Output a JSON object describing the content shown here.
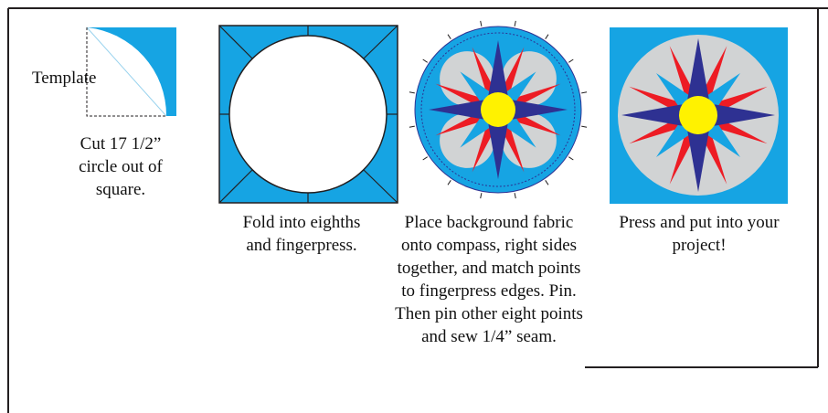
{
  "colors": {
    "sky_blue": "#16a4e3",
    "navy": "#2e3192",
    "red": "#ed1c24",
    "yellow": "#fff200",
    "light_gray": "#d1d3d4",
    "border": "#231f20"
  },
  "step1": {
    "template_label": "Template",
    "caption": "Cut 17 1/2” circle out of square."
  },
  "step2": {
    "caption": "Fold into eighths and fingerpress."
  },
  "step3": {
    "caption": "Place background fabric onto compass, right sides together, and match points to fingerpress edges. Pin. Then pin other eight points and sew 1/4” seam."
  },
  "step4": {
    "caption": "Press and put into your project!"
  }
}
